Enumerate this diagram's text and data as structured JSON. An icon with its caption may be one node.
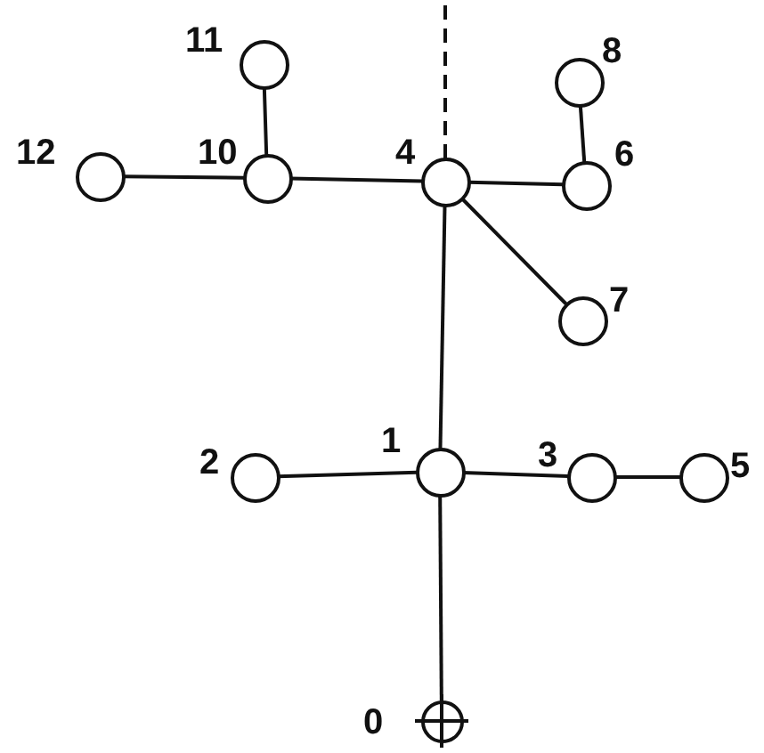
{
  "diagram": {
    "nodes": [
      {
        "text": [],
        "shape": "circle",
        "beside": [
          "0"
        ]
      },
      {
        "text": [],
        "shape": "circle",
        "beside": [
          "1"
        ]
      },
      {
        "text": [],
        "shape": "circle",
        "beside": [
          "2"
        ]
      },
      {
        "text": [],
        "shape": "circle",
        "beside": [
          "3"
        ]
      },
      {
        "text": [],
        "shape": "circle",
        "beside": [
          "4"
        ]
      },
      {
        "text": [],
        "shape": "circle",
        "beside": [
          "5"
        ]
      },
      {
        "text": [],
        "shape": "circle",
        "beside": [
          "6"
        ]
      },
      {
        "text": [],
        "shape": "circle",
        "beside": [
          "7"
        ]
      },
      {
        "text": [],
        "shape": "circle",
        "beside": [
          "8"
        ]
      },
      {
        "text": [],
        "shape": "circle",
        "beside": [
          "10"
        ]
      },
      {
        "text": [],
        "shape": "circle",
        "beside": [
          "11"
        ]
      },
      {
        "text": [],
        "shape": "circle",
        "beside": [
          "12"
        ]
      }
    ],
    "edges": [
      {
        "from": 0,
        "to": 1,
        "arrow": "none"
      },
      {
        "from": 1,
        "to": 2,
        "arrow": "none"
      },
      {
        "from": 1,
        "to": 3,
        "arrow": "none"
      },
      {
        "from": 3,
        "to": 5,
        "arrow": "none"
      },
      {
        "from": 1,
        "to": 4,
        "arrow": "none"
      },
      {
        "from": 4,
        "to": 9,
        "arrow": "none"
      },
      {
        "from": 9,
        "to": 11,
        "arrow": "none"
      },
      {
        "from": 9,
        "to": 10,
        "arrow": "none"
      },
      {
        "from": 4,
        "to": 6,
        "arrow": "none"
      },
      {
        "from": 6,
        "to": 8,
        "arrow": "none"
      },
      {
        "from": 4,
        "to": 7,
        "arrow": "none"
      },
      {
        "from": 4,
        "to": null,
        "arrow": "none",
        "style": "dashed"
      }
    ]
  }
}
